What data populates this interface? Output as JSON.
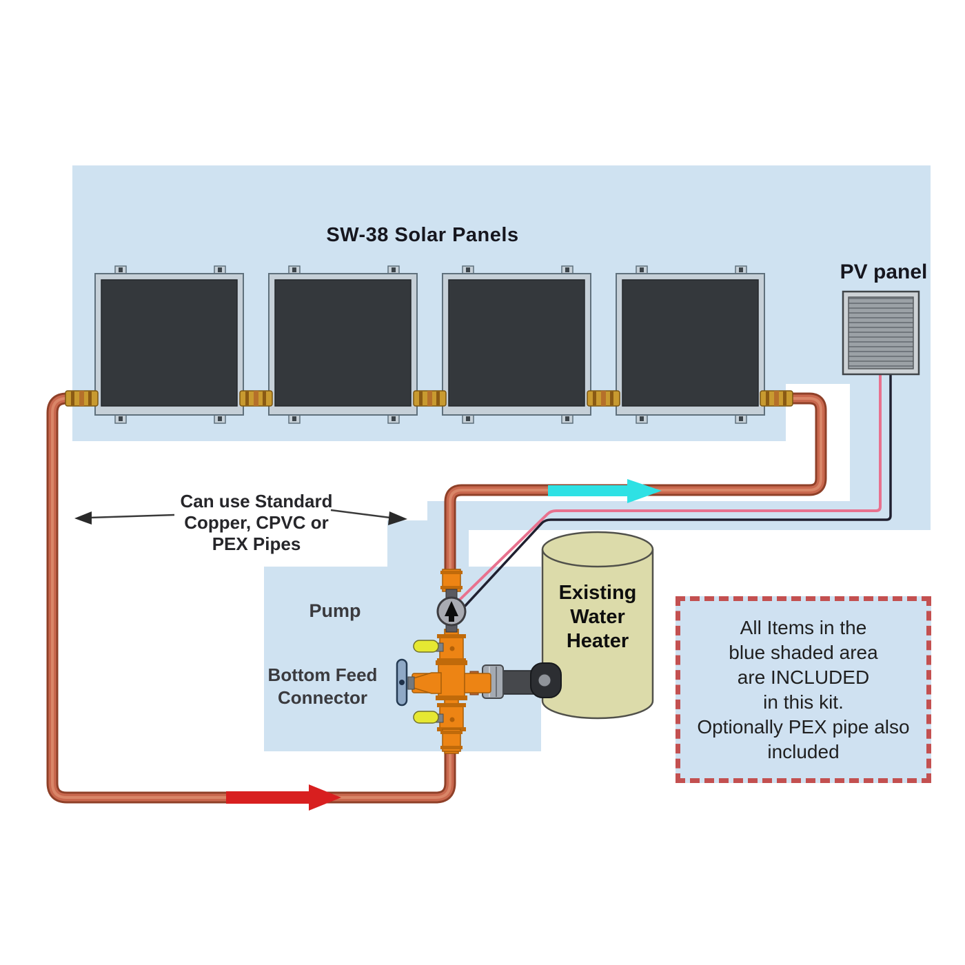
{
  "labels": {
    "title": "SW-38 Solar Panels",
    "pv_panel": "PV panel",
    "pipes_note": [
      "Can use Standard",
      "Copper, CPVC or",
      "PEX Pipes"
    ],
    "pump": "Pump",
    "bottom_feed": [
      "Bottom Feed",
      "Connector"
    ],
    "water_heater": [
      "Existing",
      "Water",
      "Heater"
    ],
    "info_box": [
      "All Items in the",
      "blue shaded area",
      "are INCLUDED",
      "in this kit.",
      "Optionally PEX pipe also",
      "included"
    ]
  },
  "panels": {
    "count": 4,
    "type": "SW-38 flat solar collectors"
  },
  "colors": {
    "blue_shade": "#cfe2f1",
    "copper_pipe": "#c9684e",
    "copper_pipe_outline": "#8f4028",
    "copper_pipe_highlight": "#d98668",
    "fitting_orange": "#ed8414",
    "fitting_orange_dark": "#c06a0a",
    "brass_fitting": "#c89a30",
    "valve_yellow": "#e6e832",
    "valve_blue_handle": "#8fa9c6",
    "pump_gray": "#a9abb2",
    "pv_wire_pink": "#e8718e",
    "pv_wire_black": "#202030",
    "flow_arrow_cyan": "#2ee1e4",
    "flow_arrow_red": "#d81f1f",
    "info_border_red": "#c35050",
    "heater_tan": "#dcdbaa",
    "panel_dark": "#34383c",
    "panel_frame": "#c6d0d8"
  }
}
